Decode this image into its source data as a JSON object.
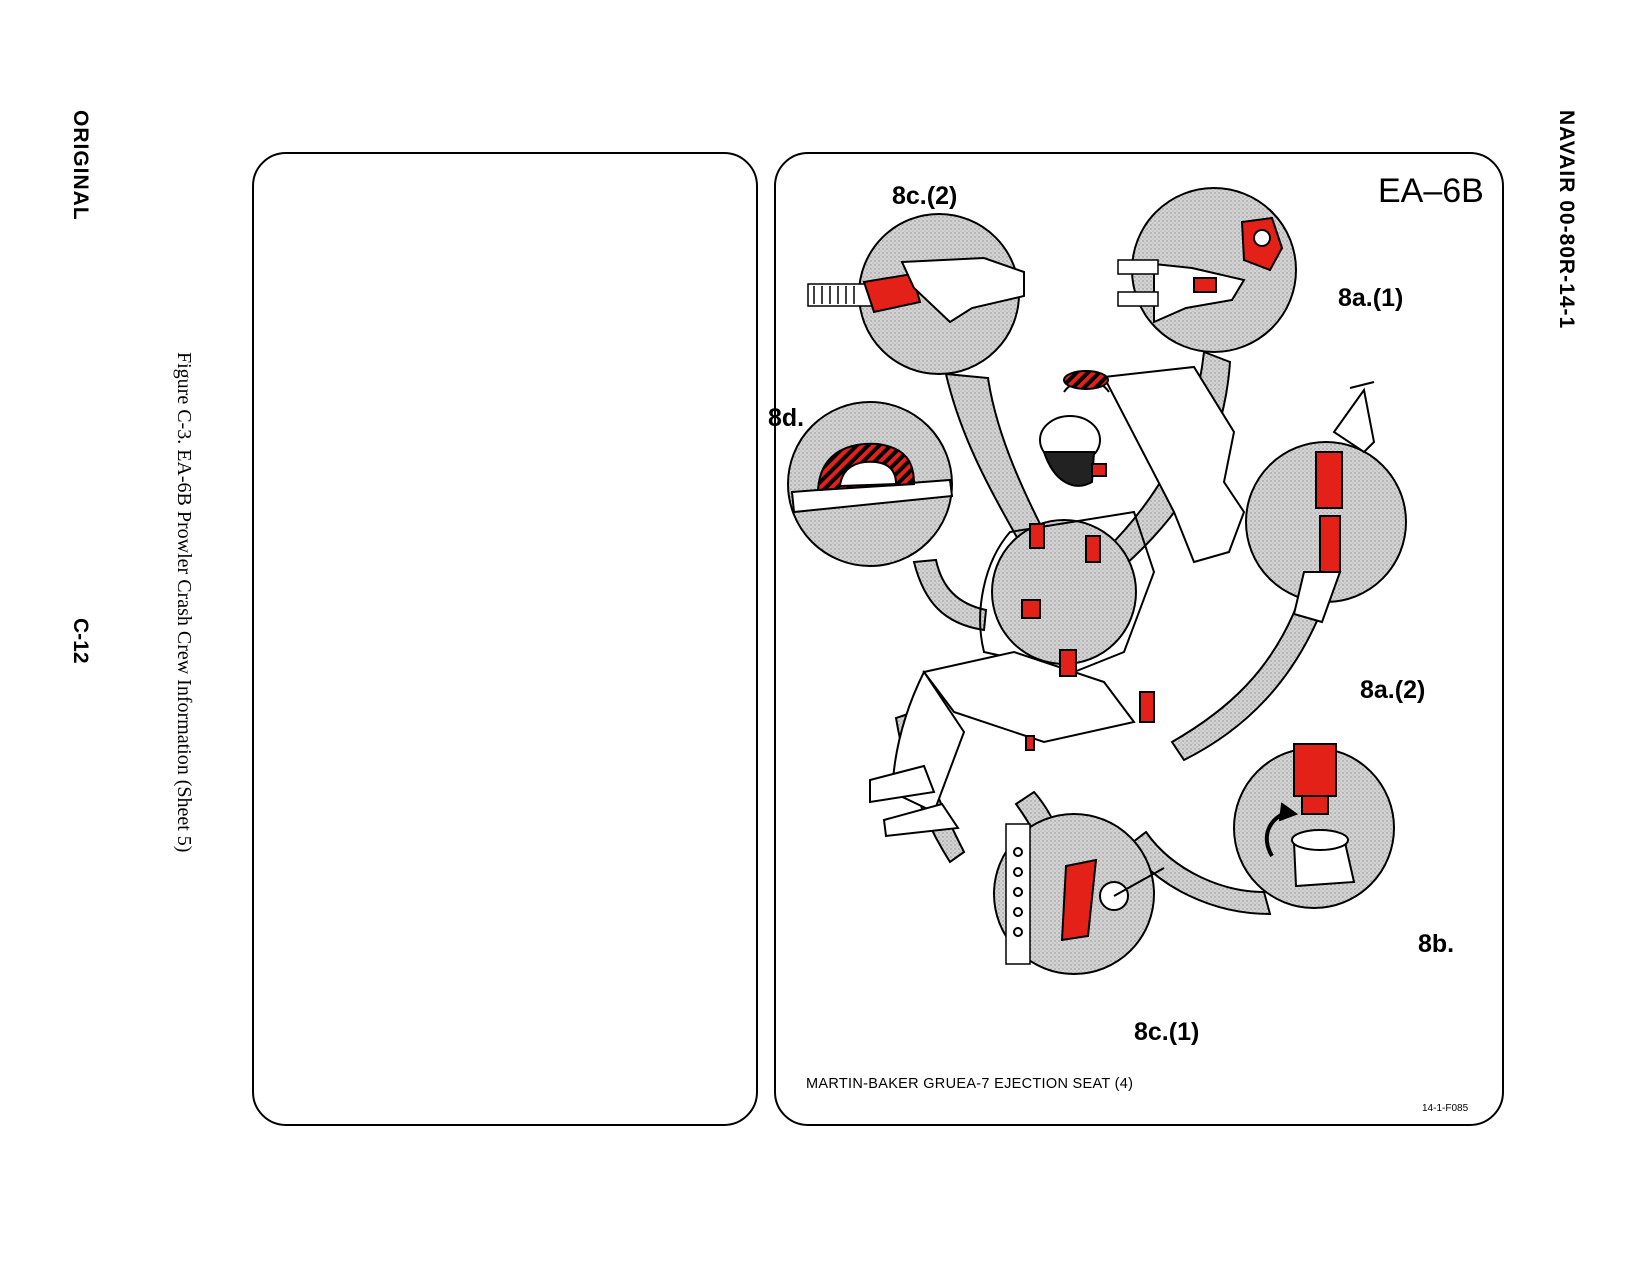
{
  "page": {
    "left_margin": {
      "status": "ORIGINAL",
      "page_number": "C-12"
    },
    "right_margin": {
      "doc_number": "NAVAIR 00-80R-14-1"
    },
    "figure_caption": "Figure C-3.  EA-6B Prowler Crash Crew Information (Sheet 5)"
  },
  "figure": {
    "aircraft": "EA–6B",
    "callouts": {
      "c8c2": "8c.(2)",
      "c8a1": "8a.(1)",
      "c8d": "8d.",
      "c8a2": "8a.(2)",
      "c8b": "8b.",
      "c8c1": "8c.(1)"
    },
    "seat_caption": "MARTIN-BAKER GRUEA-7 EJECTION SEAT (4)",
    "figure_id": "14-1-F085"
  },
  "colors": {
    "highlight": "#e32119",
    "detail_fill": "#d6d6d6",
    "ink": "#000000"
  }
}
